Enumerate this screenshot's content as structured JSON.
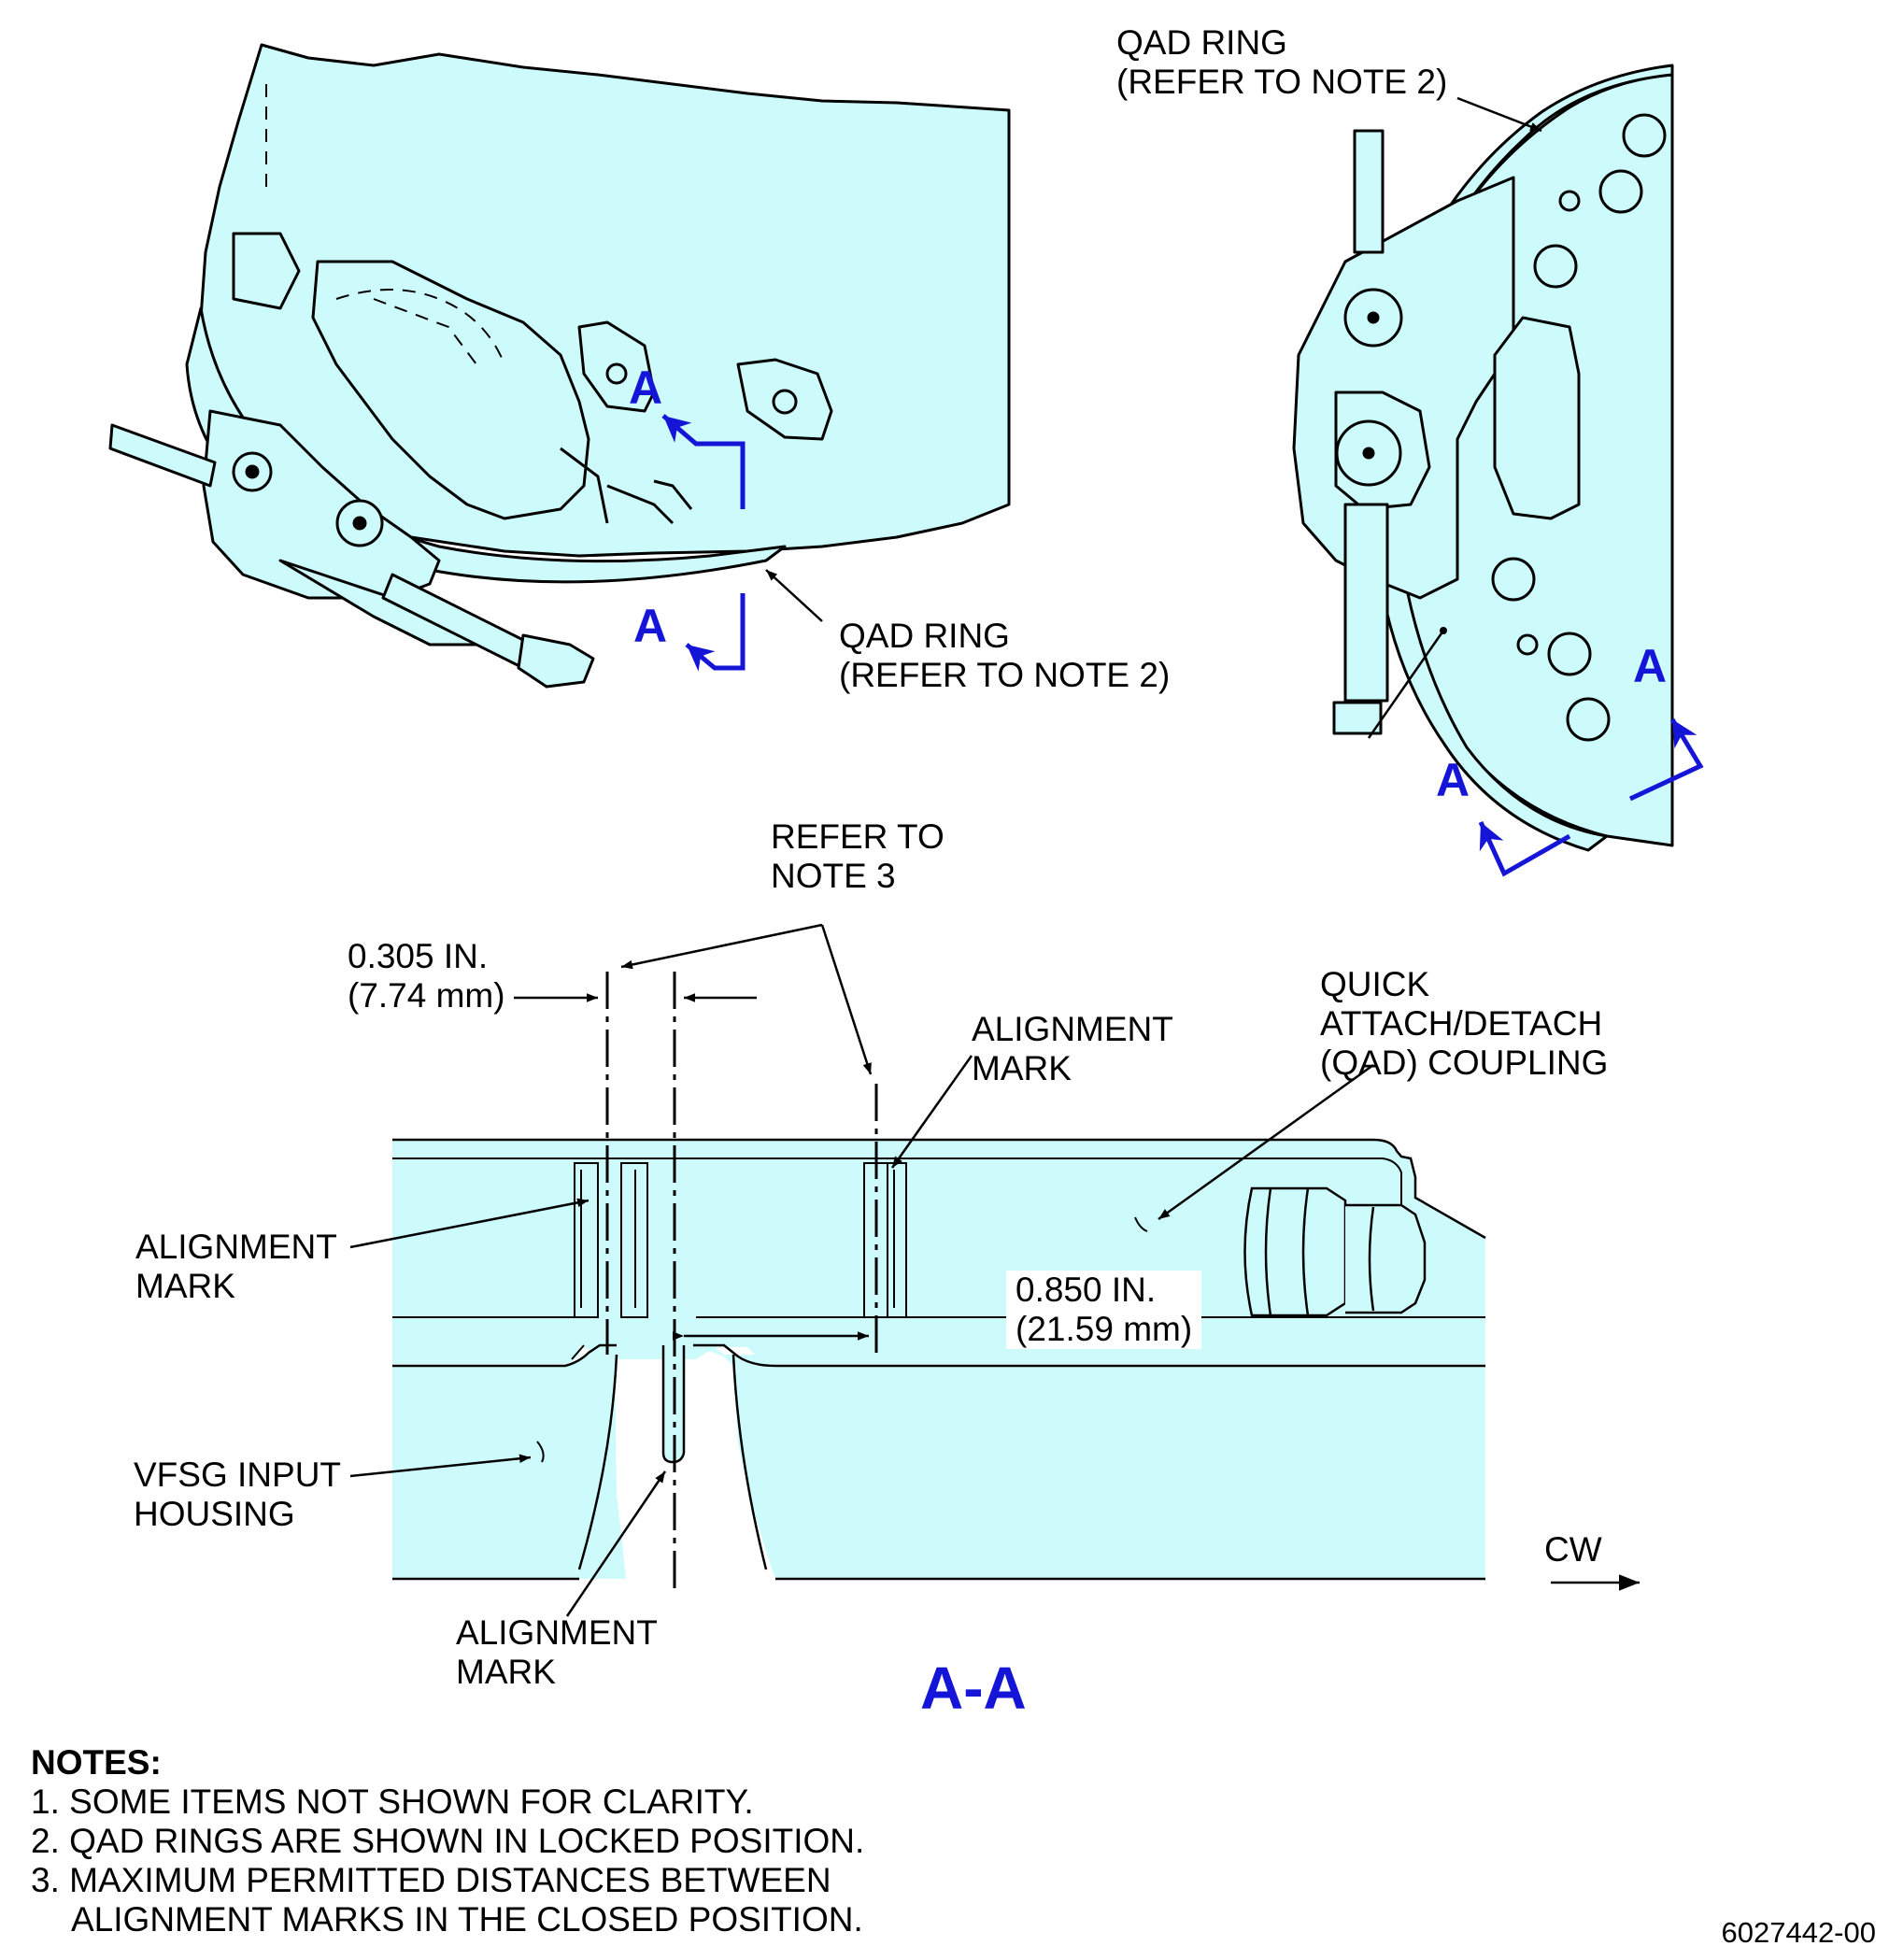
{
  "callouts": {
    "qad_ring_left": [
      "QAD RING",
      "(REFER TO NOTE 2)"
    ],
    "qad_ring_right": [
      "QAD RING",
      "(REFER TO NOTE 2)"
    ],
    "refer_note3": [
      "REFER TO",
      "NOTE 3"
    ],
    "dim_small": [
      "0.305 IN.",
      "(7.74 mm)"
    ],
    "alignment_mark_top": [
      "ALIGNMENT",
      "MARK"
    ],
    "qad_coupling": [
      "QUICK",
      "ATTACH/DETACH",
      "(QAD) COUPLING"
    ],
    "alignment_mark_left": [
      "ALIGNMENT",
      "MARK"
    ],
    "dim_large": [
      "0.850 IN.",
      "(21.59 mm)"
    ],
    "vfsg_housing": [
      "VFSG INPUT",
      "HOUSING"
    ],
    "alignment_mark_bottom": [
      "ALIGNMENT",
      "MARK"
    ],
    "cw": "CW"
  },
  "section_letter": "A",
  "section_title": "A-A",
  "notes": {
    "heading": "NOTES:",
    "items": [
      "1. SOME ITEMS NOT SHOWN FOR CLARITY.",
      "2. QAD RINGS ARE SHOWN IN LOCKED POSITION.",
      "3. MAXIMUM PERMITTED DISTANCES BETWEEN",
      "ALIGNMENT MARKS IN THE CLOSED POSITION."
    ]
  },
  "document_number": "6027442-00",
  "colors": {
    "fill": "#cdfbfc",
    "section": "#1515d8",
    "line": "#000000"
  }
}
